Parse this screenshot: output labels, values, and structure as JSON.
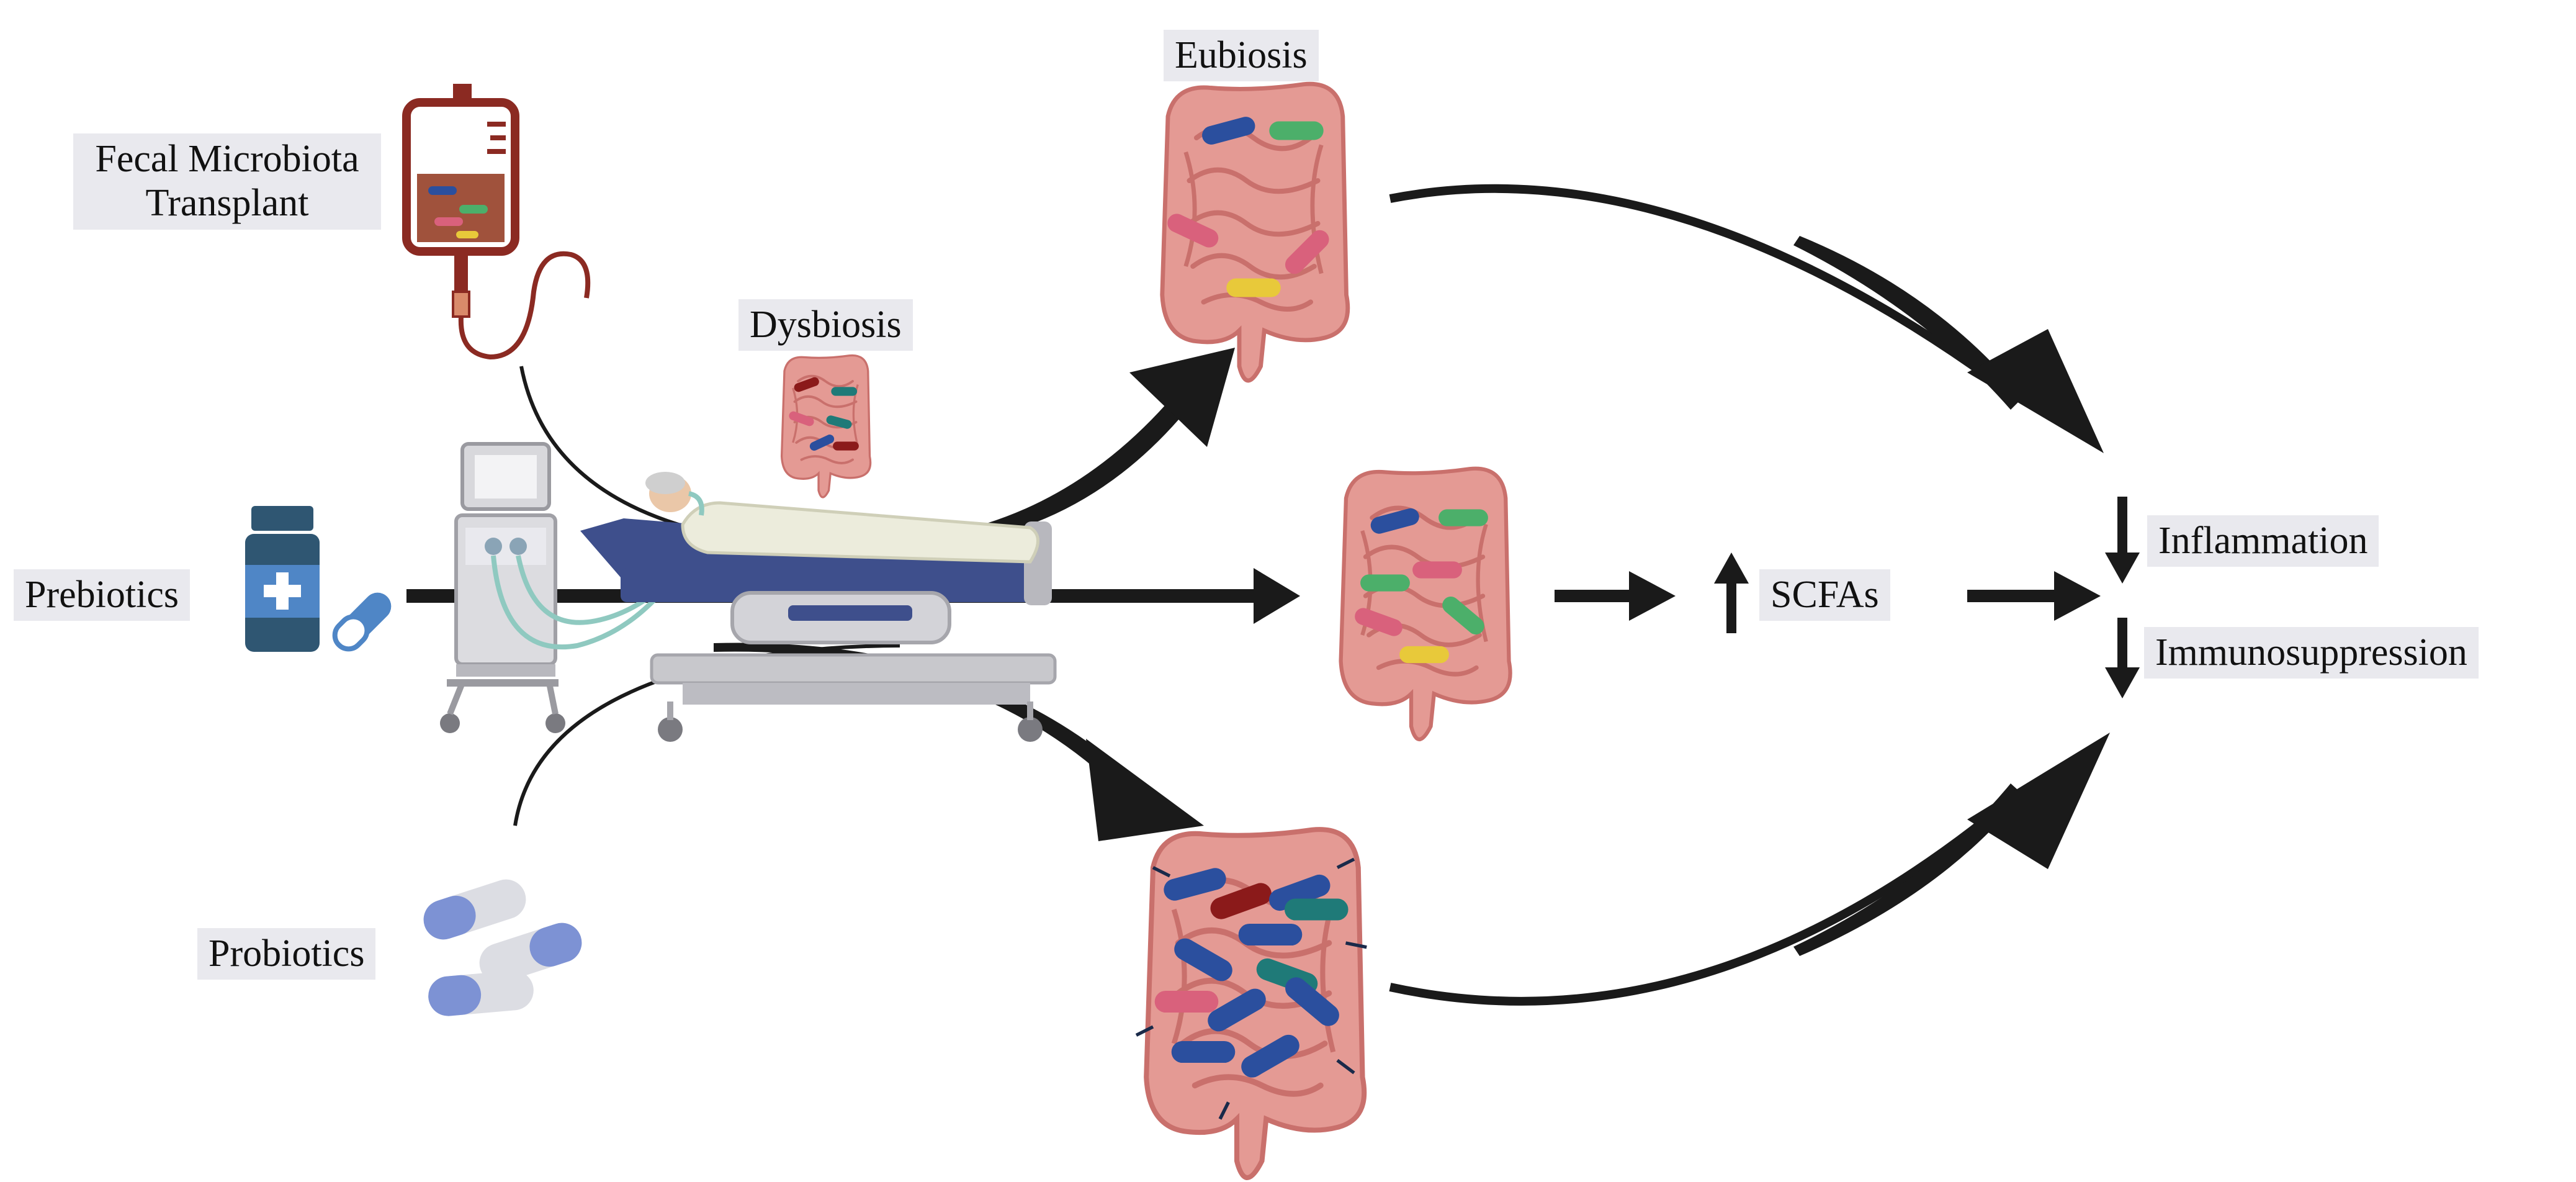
{
  "labels": {
    "fmt_line1": "Fecal Microbiota",
    "fmt_line2": "Transplant",
    "dysbiosis": "Dysbiosis",
    "eubiosis": "Eubiosis",
    "prebiotics": "Prebiotics",
    "probiotics": "Probiotics",
    "scfas": "SCFAs",
    "inflammation": "Inflammation",
    "immunosuppression": "Immunosuppression"
  },
  "colors": {
    "arrow": "#1a1a1a",
    "gut": "#e49a94",
    "gut_dark": "#c9706c",
    "label_bg": "#e9e9ee",
    "bag": "#8b2a22",
    "bottle": "#2f5672",
    "pill_blue": "#4f86c6",
    "capsule": "#7d92d4",
    "bed": "#3e4f8c",
    "bed_frame": "#c8c8cc",
    "bacteria_blue": "#2b4f9e",
    "bacteria_green": "#4caf6a",
    "bacteria_pink": "#d9617c",
    "bacteria_yellow": "#e8c93a",
    "bacteria_red": "#8b1a1a",
    "bacteria_teal": "#1f7a78"
  }
}
